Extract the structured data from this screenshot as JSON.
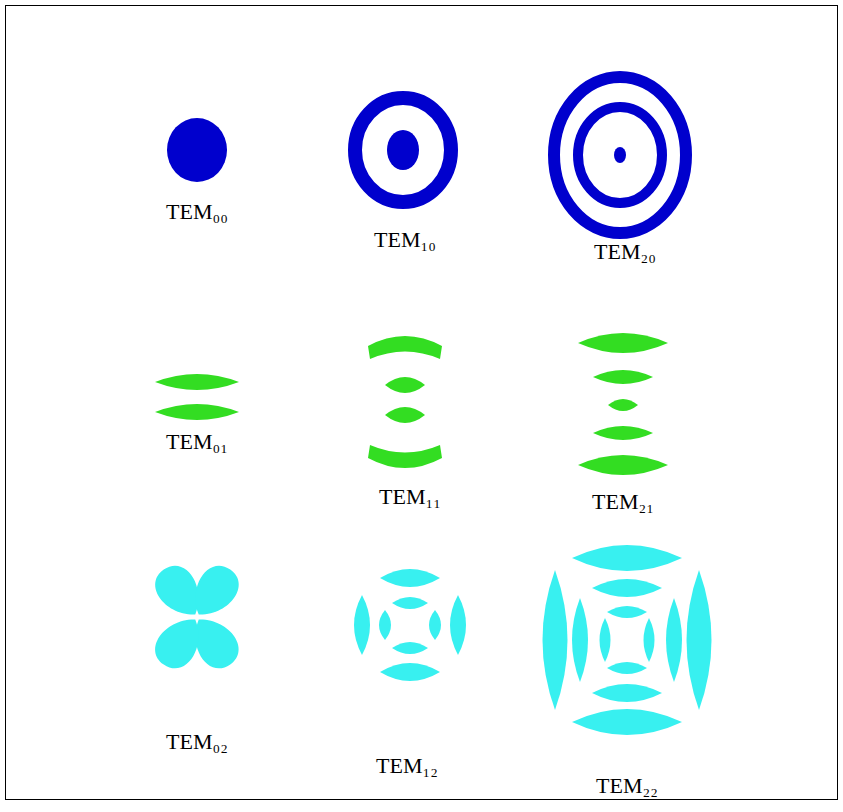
{
  "diagram": {
    "labels": [
      "TEM₀₀",
      "TEM₁₀",
      "TEM₂₀",
      "TEM₀₁",
      "TEM₁₁",
      "TEM₂₁",
      "TEM₀₂",
      "TEM₁₂",
      "TEM₂₂"
    ]
  }
}
